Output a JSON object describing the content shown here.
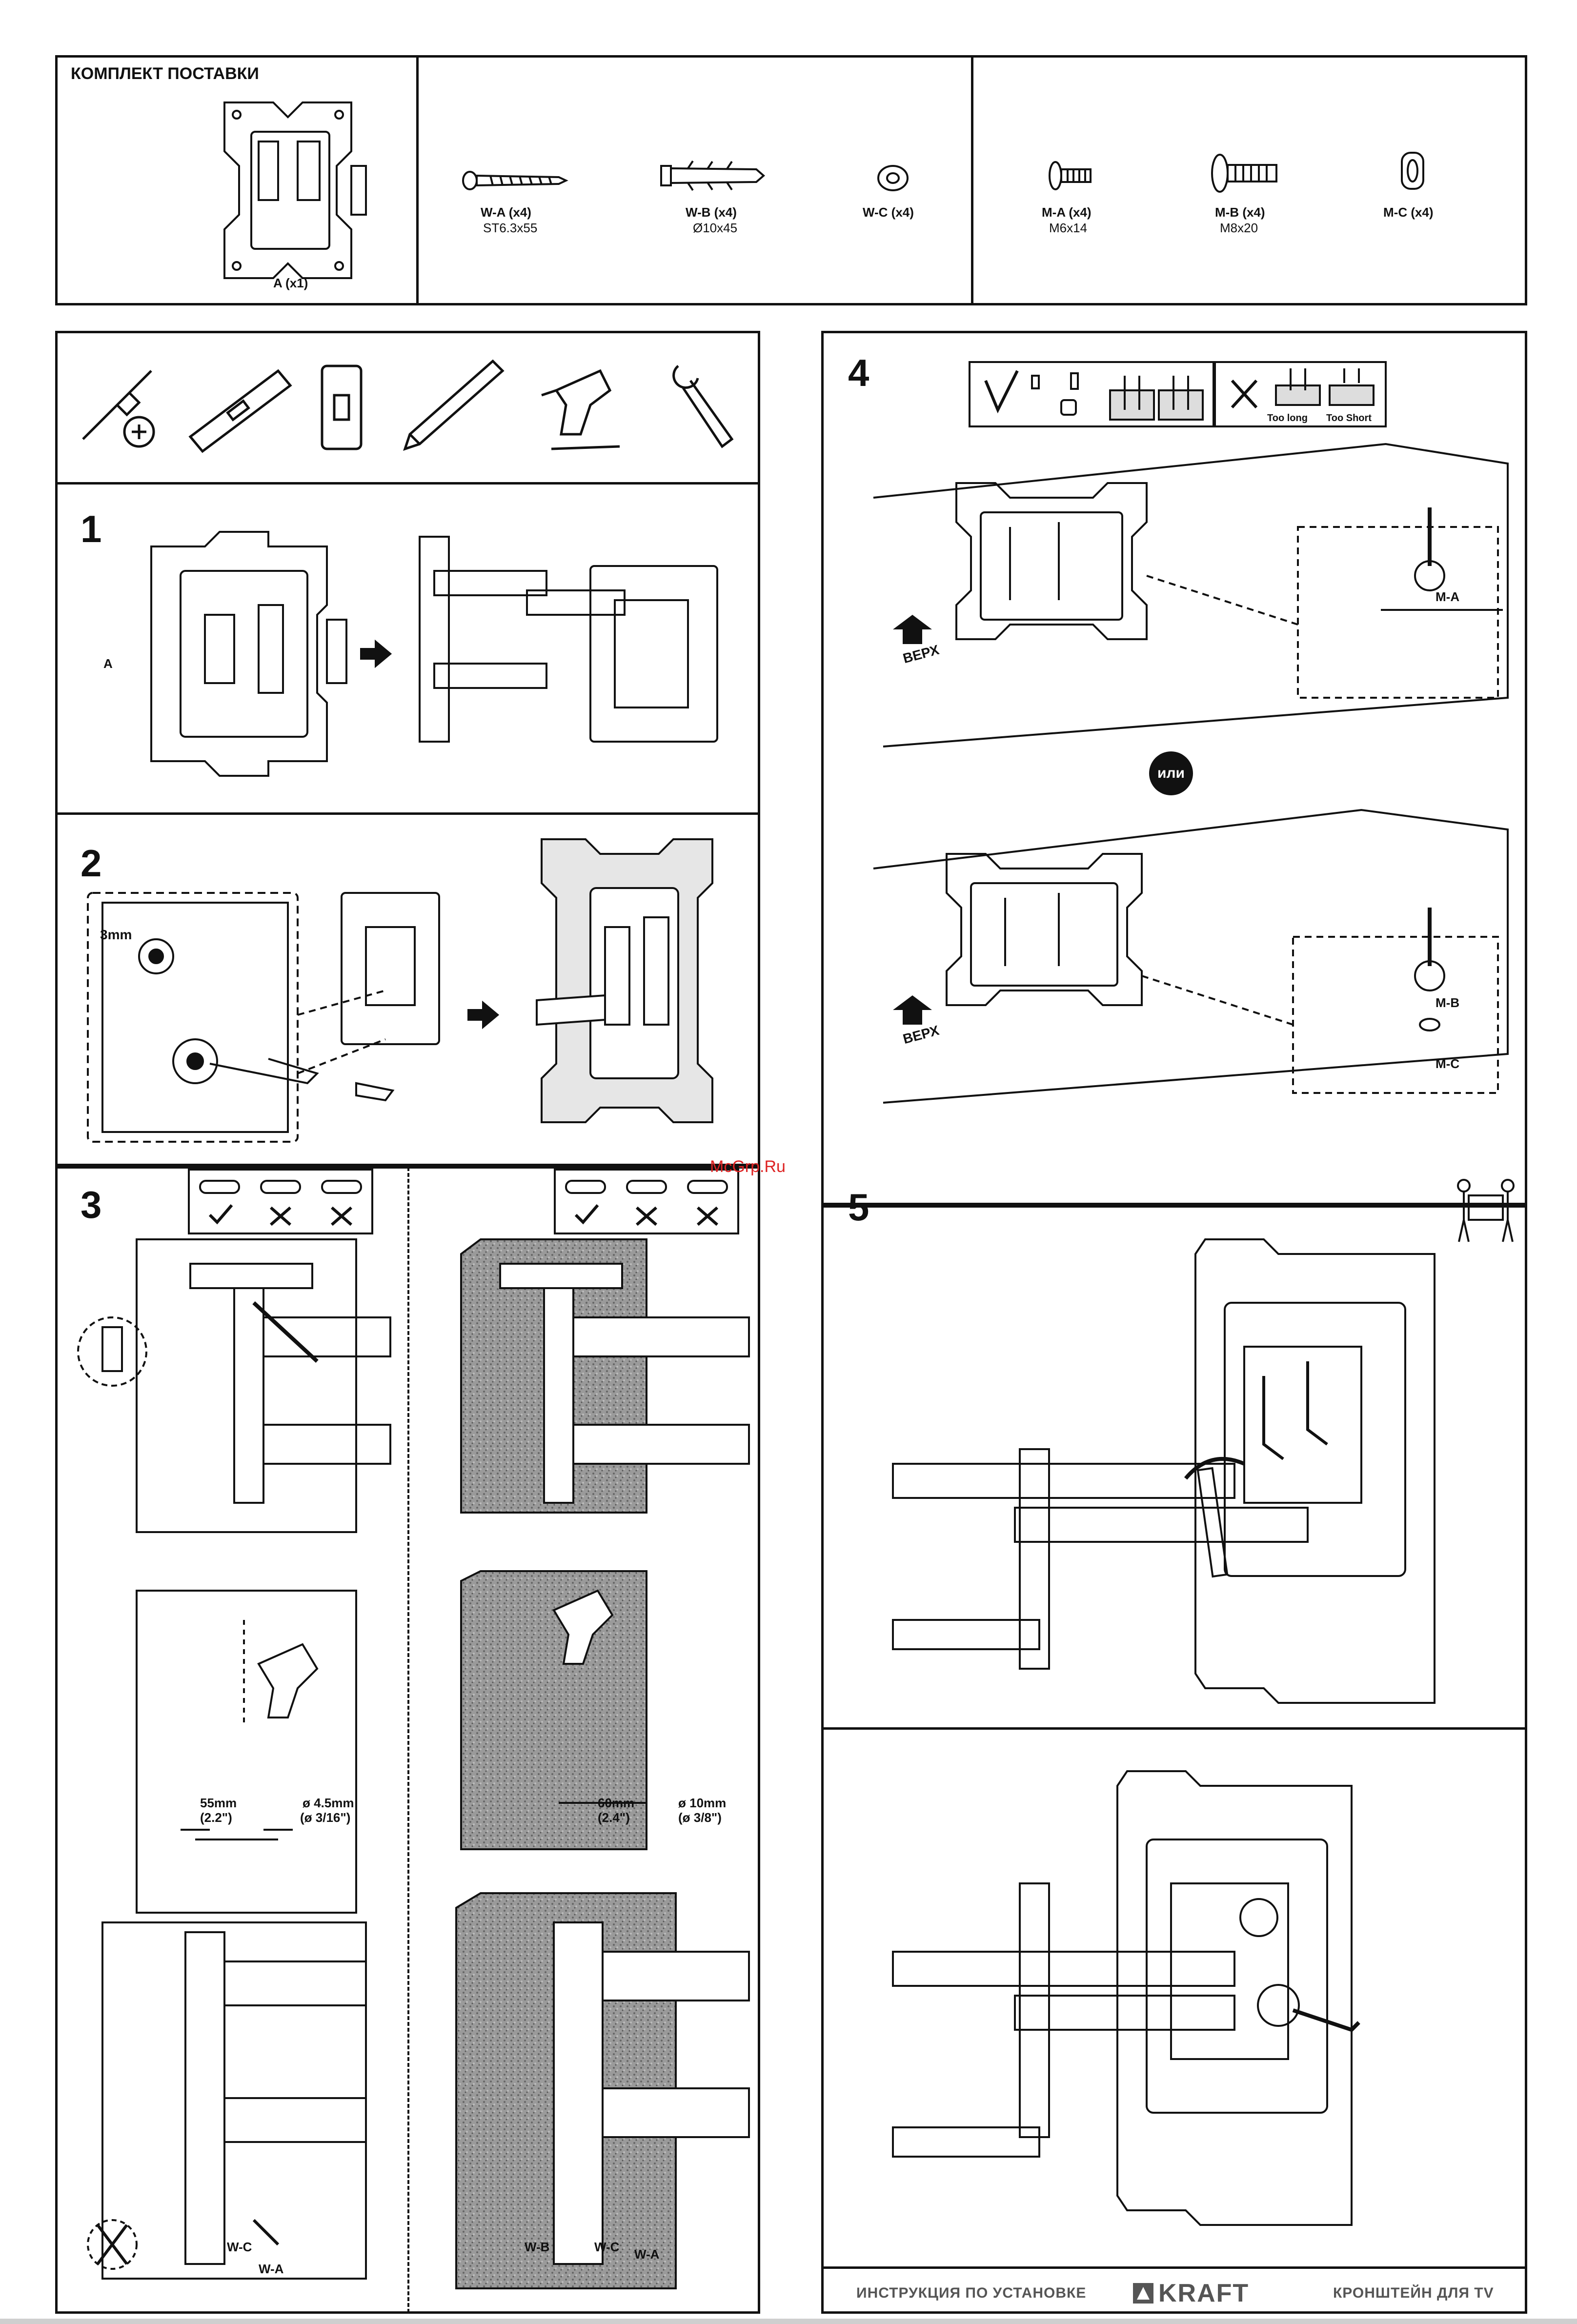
{
  "kit": {
    "title": "КОМПЛЕКТ ПОСТАВКИ",
    "main_part_label": "A (x1)",
    "items": [
      {
        "code": "W-A (x4)",
        "spec": "ST6.3x55",
        "icon": "wood-screw-icon"
      },
      {
        "code": "W-B (x4)",
        "spec": "Ø10x45",
        "icon": "wall-anchor-icon"
      },
      {
        "code": "W-C (x4)",
        "spec": "",
        "icon": "washer-icon"
      },
      {
        "code": "M-A (x4)",
        "spec": "M6x14",
        "icon": "machine-screw-icon"
      },
      {
        "code": "M-B (x4)",
        "spec": "M8x20",
        "icon": "machine-screw-icon"
      },
      {
        "code": "M-C (x4)",
        "spec": "",
        "icon": "spacer-icon"
      }
    ]
  },
  "tools": [
    "screwdriver-icon",
    "spirit-level-icon",
    "wall-plate-icon",
    "pencil-icon",
    "drill-icon",
    "socket-wrench-icon"
  ],
  "steps": {
    "s1": {
      "number": "1",
      "part_label": "A"
    },
    "s2": {
      "number": "2",
      "hex_label": "3mm"
    },
    "s3": {
      "number": "3",
      "wood": {
        "distance": "55mm",
        "distance_in": "(2.2\")",
        "drill": "ø 4.5mm",
        "drill_in": "(ø 3/16\")",
        "labels": [
          "W-C",
          "W-A"
        ]
      },
      "concrete": {
        "distance": "60mm",
        "distance_in": "(2.4\")",
        "drill": "ø 10mm",
        "drill_in": "(ø 3/8\")",
        "labels": [
          "W-B",
          "W-C",
          "W-A"
        ]
      }
    },
    "s4": {
      "number": "4",
      "too_long": "Too long",
      "too_short": "Too Short",
      "up": "ВЕРХ",
      "or": "или",
      "label_ma": "M-A",
      "label_mb": "M-B",
      "label_mc": "M-C"
    },
    "s5": {
      "number": "5"
    }
  },
  "watermark": "McGrp.Ru",
  "footer": {
    "left": "ИНСТРУКЦИЯ ПО УСТАНОВКЕ",
    "brand": "KRAFT",
    "right": "КРОНШТЕЙН ДЛЯ TV"
  }
}
